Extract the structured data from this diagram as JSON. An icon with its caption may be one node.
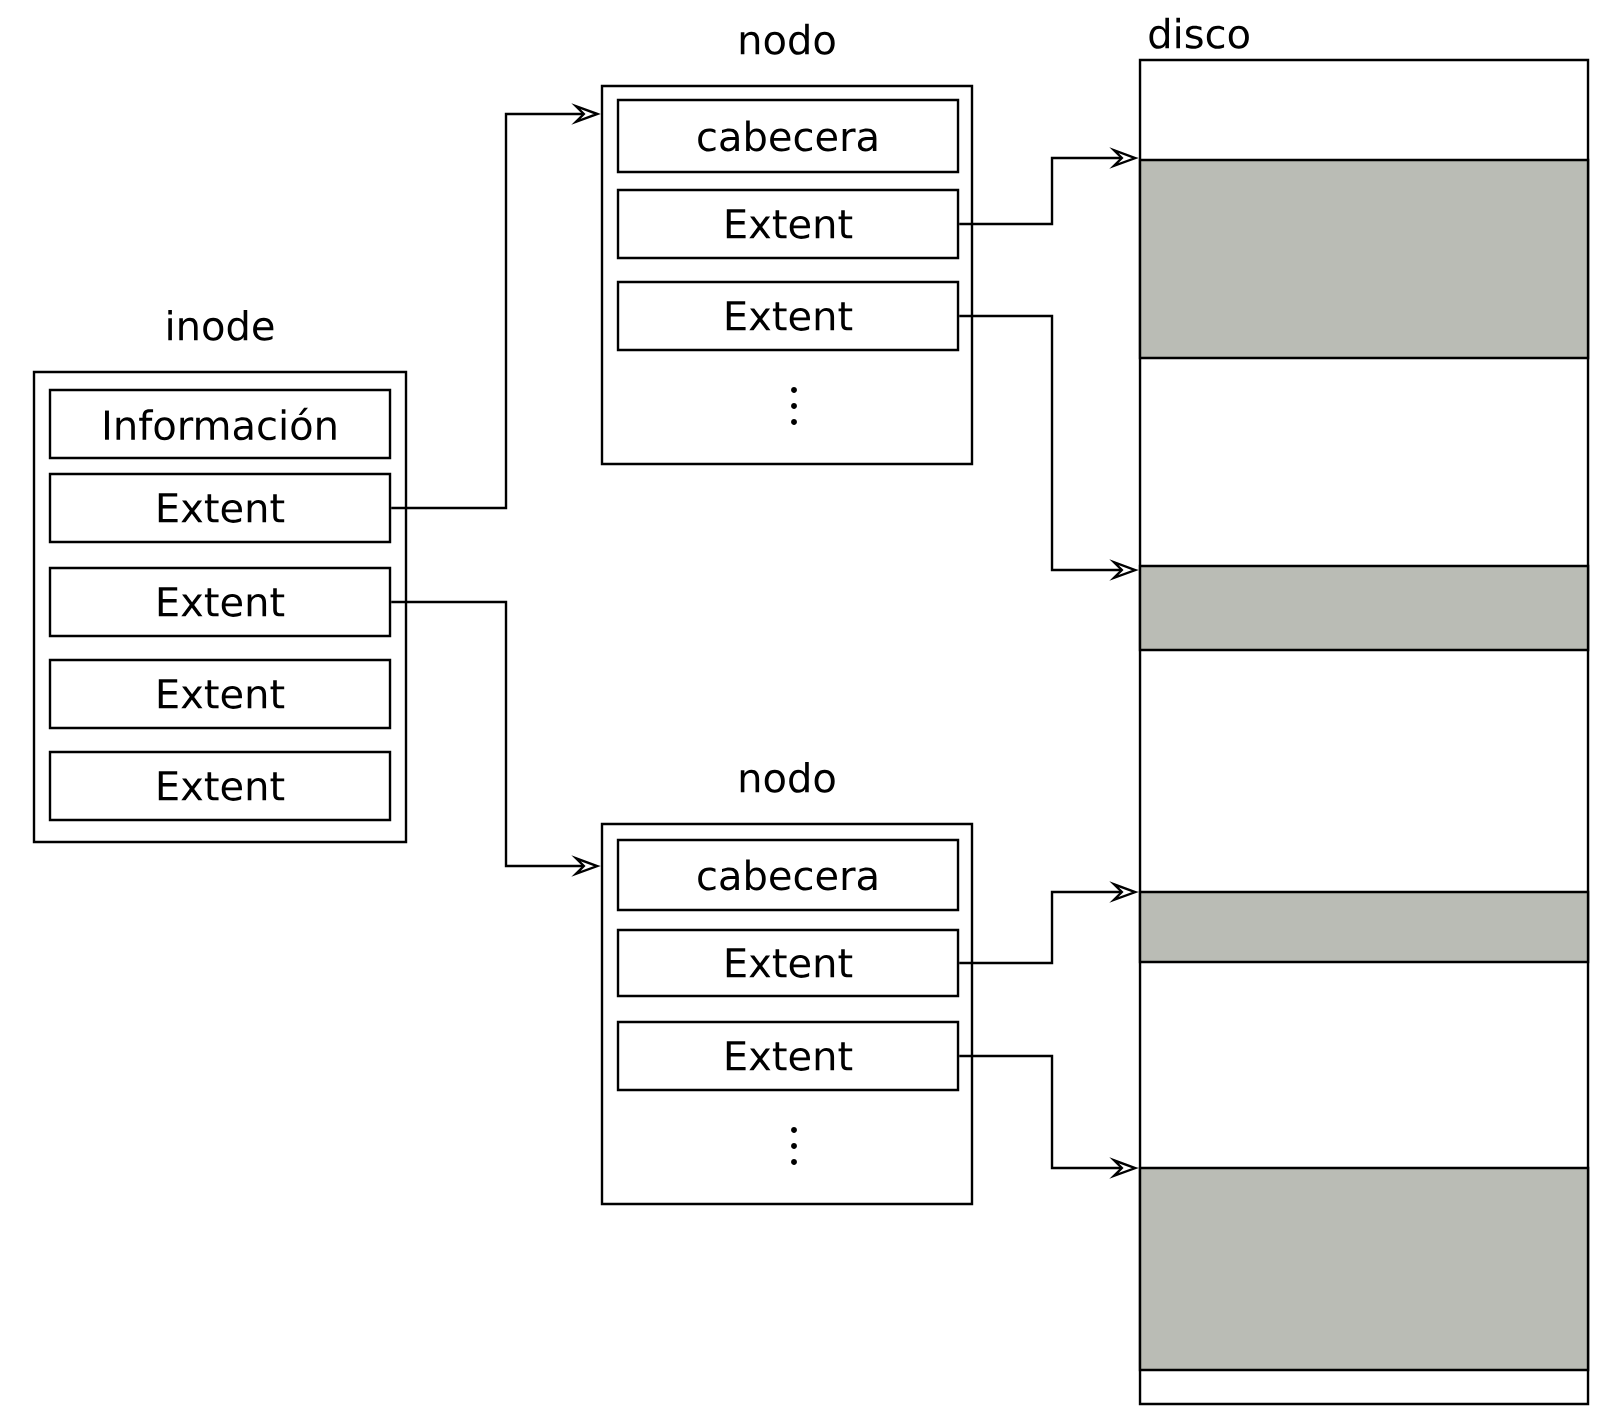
{
  "diagram": {
    "nodes": [
      {
        "text": [
          "inode"
        ]
      },
      {
        "text": [
          "Información"
        ],
        "in": 0
      },
      {
        "text": [
          "Extent"
        ],
        "in": 0
      },
      {
        "text": [
          "Extent"
        ],
        "in": 0
      },
      {
        "text": [
          "Extent"
        ],
        "in": 0
      },
      {
        "text": [
          "Extent"
        ],
        "in": 0
      },
      {
        "text": [
          "nodo"
        ]
      },
      {
        "text": [
          "cabecera"
        ],
        "in": 6
      },
      {
        "text": [
          "Extent"
        ],
        "in": 6
      },
      {
        "text": [
          "Extent"
        ],
        "in": 6
      },
      {
        "text": [
          "nodo"
        ]
      },
      {
        "text": [
          "cabecera"
        ],
        "in": 10
      },
      {
        "text": [
          "Extent"
        ],
        "in": 10
      },
      {
        "text": [
          "Extent"
        ],
        "in": 10
      },
      {
        "text": [
          "disco"
        ]
      },
      {
        "text": [],
        "shape": "bar",
        "in": 14
      },
      {
        "text": [],
        "shape": "bar",
        "in": 14
      },
      {
        "text": [],
        "shape": "bar",
        "in": 14
      },
      {
        "text": [],
        "shape": "bar",
        "in": 14
      }
    ],
    "edges": [
      {
        "from": 2,
        "to": 6,
        "arrow": "to"
      },
      {
        "from": 3,
        "to": 10,
        "arrow": "to"
      },
      {
        "from": 8,
        "to": 15,
        "arrow": "to"
      },
      {
        "from": 9,
        "to": 16,
        "arrow": "to"
      },
      {
        "from": 12,
        "to": 17,
        "arrow": "to"
      },
      {
        "from": 13,
        "to": 18,
        "arrow": "to"
      }
    ]
  }
}
